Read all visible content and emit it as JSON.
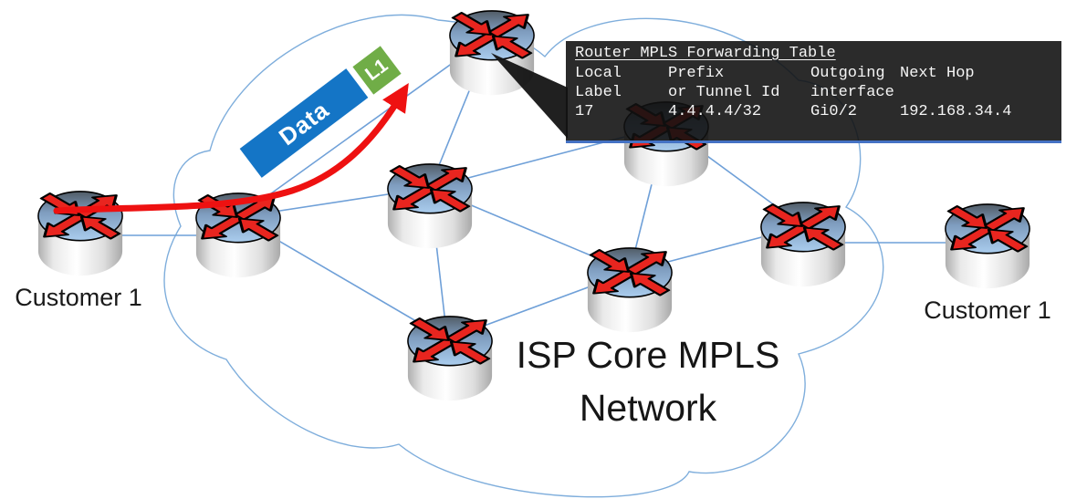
{
  "diagram": {
    "core_title_line1": "ISP Core MPLS",
    "core_title_line2": "Network",
    "customer_left_label": "Customer 1",
    "customer_right_label": "Customer 1"
  },
  "packet": {
    "data_label": "Data",
    "mpls_label": "L1"
  },
  "forwarding_table": {
    "title": "Router MPLS Forwarding Table",
    "columns": [
      {
        "header1": "Local",
        "header2": "Label",
        "value": "17"
      },
      {
        "header1": "Prefix",
        "header2": "or Tunnel Id",
        "value": "4.4.4.4/32"
      },
      {
        "header1": "Outgoing",
        "header2": "interface",
        "value": "Gi0/2"
      },
      {
        "header1": "Next Hop",
        "header2": "",
        "value": "192.168.34.4"
      }
    ]
  },
  "colors": {
    "packet_blue": "#1475C6",
    "label_green": "#70AD47",
    "path_red": "#EE1111",
    "router_arrow_red": "#E8251F",
    "edge_blue": "#6FA0D8",
    "cloud_stroke": "#7FAEDC",
    "table_bg_rgba": "rgba(17,17,17,0.89)",
    "table_text": "#F5F5F5",
    "table_border_blue": "#4472C4"
  }
}
